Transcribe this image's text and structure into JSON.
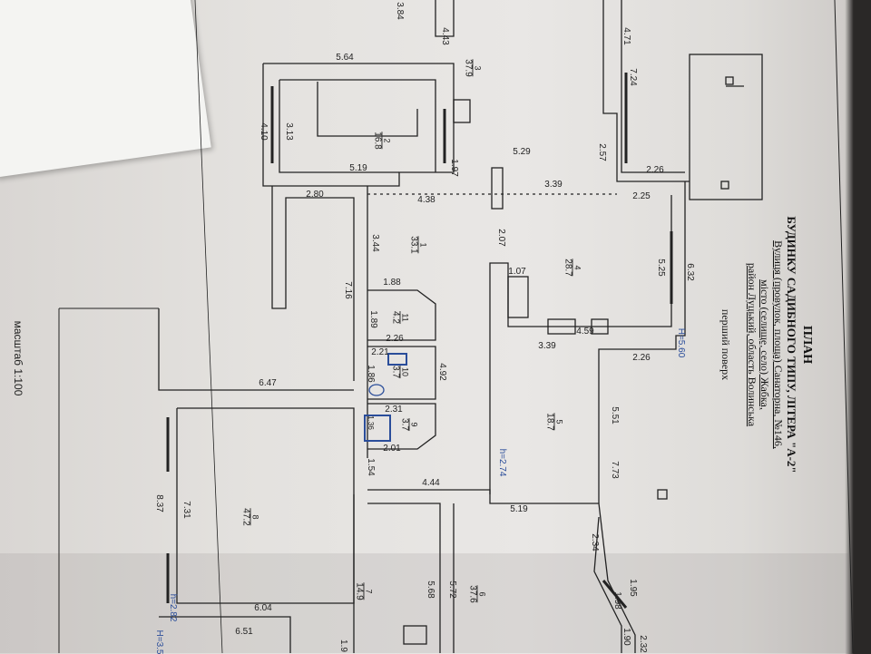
{
  "title": {
    "line1": "ПЛАН",
    "line2": "БУДИНКУ САДИБНОГО ТИПУ, ЛІТЕРА \"А-2\"",
    "street": "Вулиця (провулок, площа) Санаторна, №146,",
    "town": "місто (селище, село) Жабка,",
    "region": "район Луцький, область Волинська",
    "floor": "перший поверх"
  },
  "scale": "масштаб 1:100",
  "rooms": [
    {
      "num": "3",
      "area": "37.9"
    },
    {
      "num": "2",
      "area": "16.8"
    },
    {
      "num": "1",
      "area": "33.1"
    },
    {
      "num": "4",
      "area": "28.7"
    },
    {
      "num": "11",
      "area": "4.2"
    },
    {
      "num": "10",
      "area": "3.7"
    },
    {
      "num": "9",
      "area": "3.7"
    },
    {
      "num": "5",
      "area": "18.7"
    },
    {
      "num": "8",
      "area": "47.2"
    },
    {
      "num": "7",
      "area": "14.9"
    },
    {
      "num": "6",
      "area": "37.6"
    }
  ],
  "dimensions": [
    "3.84",
    "4.43",
    "4.71",
    "7.24",
    "5.64",
    "3.13",
    "4.10",
    "1.97",
    "2.57",
    "5.29",
    "5.19",
    "2.26",
    "2.80",
    "4.38",
    "3.39",
    "2.25",
    "2.07",
    "3.44",
    "7.16",
    "5.25",
    "6.32",
    "1.07",
    "1.88",
    "1.89",
    "4.59",
    "3.39",
    "2.26",
    "2.21",
    "2.26",
    "1.86",
    "4.92",
    "6.47",
    "2.31",
    "5.51",
    "1.36",
    "2.01",
    "7.73",
    "1.54",
    "4.44",
    "5.19",
    "8.37",
    "7.31",
    "2.34",
    "6.04",
    "5.68",
    "5.72",
    "1.95",
    "1.98",
    "6.51",
    "1.90",
    "2.32",
    "1.9"
  ],
  "heights": [
    "H=5.60",
    "h=2.74",
    "h=2.82",
    "H=3.5"
  ]
}
